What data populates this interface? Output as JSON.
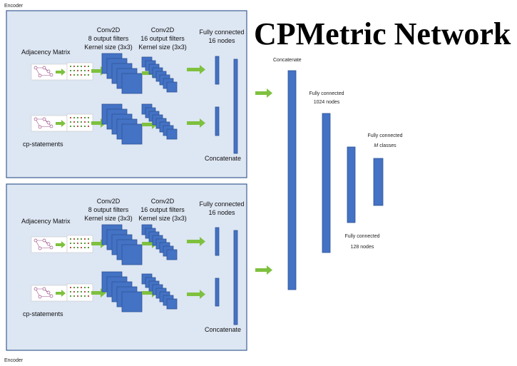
{
  "title": "CPMetric Network",
  "encoders": [
    {
      "label": "Encoder",
      "conv1": [
        "Conv2D",
        "8 output filters",
        "Kernel size (3x3)"
      ],
      "conv2": [
        "Conv2D",
        "16 output filters",
        "Kernel size (3x3)"
      ],
      "fc": [
        "Fully connected",
        "16 nodes"
      ],
      "input1_label": "Adjacency Matrix",
      "input2_label": "cp-statements",
      "concat_label": "Concatenate"
    },
    {
      "label": "Encoder",
      "conv1": [
        "Conv2D",
        "8 output filters",
        "Kernel size (3x3)"
      ],
      "conv2": [
        "Conv2D",
        "16 output filters",
        "Kernel size (3x3)"
      ],
      "fc": [
        "Fully connected",
        "16 nodes"
      ],
      "input1_label": "Adjacency Matrix",
      "input2_label": "cp-statements",
      "concat_label": "Concatenate"
    }
  ],
  "head": {
    "concat_label": "Concatenate",
    "fc1024": [
      "Fully connected",
      "1024 nodes"
    ],
    "fc128": [
      "Fully connected",
      "128 nodes"
    ],
    "fcM": [
      "Fully connected"
    ],
    "fcM_symbol": "M",
    "fcM_suffix": "classes"
  },
  "colors": {
    "encoder_fill": "#dde6f3",
    "encoder_border": "#3d5f94",
    "layer_blue": "#4472c4",
    "arrow_green": "#7ec13e"
  }
}
